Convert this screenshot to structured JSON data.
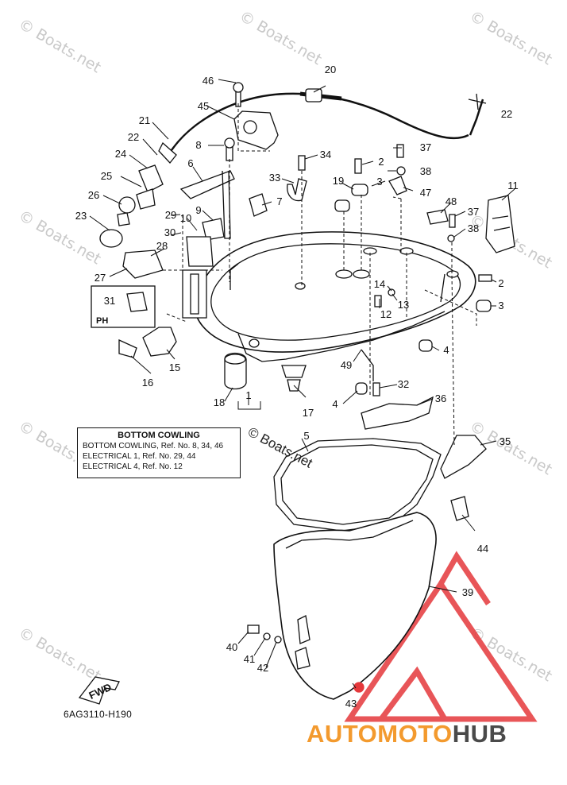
{
  "watermark_text": "© Boats.net",
  "part_numbers": [
    "1",
    "2",
    "3",
    "4",
    "5",
    "6",
    "7",
    "8",
    "9",
    "10",
    "11",
    "12",
    "13",
    "14",
    "15",
    "16",
    "17",
    "18",
    "19",
    "20",
    "21",
    "22",
    "23",
    "24",
    "25",
    "26",
    "27",
    "28",
    "29",
    "30",
    "31",
    "32",
    "33",
    "34",
    "35",
    "36",
    "37",
    "38",
    "39",
    "40",
    "41",
    "42",
    "43",
    "44",
    "45",
    "46",
    "47",
    "48",
    "49"
  ],
  "labels": {
    "n1": "1",
    "n2a": "2",
    "n2b": "2",
    "n3a": "3",
    "n3b": "3",
    "n4a": "4",
    "n4b": "4",
    "n5": "5",
    "n6": "6",
    "n7": "7",
    "n8": "8",
    "n9": "9",
    "n10": "10",
    "n11": "11",
    "n12": "12",
    "n13": "13",
    "n14": "14",
    "n15": "15",
    "n16": "16",
    "n17": "17",
    "n18": "18",
    "n19": "19",
    "n20": "20",
    "n21": "21",
    "n22a": "22",
    "n22b": "22",
    "n23": "23",
    "n24": "24",
    "n25": "25",
    "n26": "26",
    "n27": "27",
    "n28": "28",
    "n29": "29",
    "n30": "30",
    "n31": "31",
    "n32": "32",
    "n33": "33",
    "n34": "34",
    "n35": "35",
    "n36": "36",
    "n37a": "37",
    "n37b": "37",
    "n38a": "38",
    "n38b": "38",
    "n39": "39",
    "n40": "40",
    "n41": "41",
    "n42": "42",
    "n43": "43",
    "n44": "44",
    "n45": "45",
    "n46": "46",
    "n47": "47",
    "n48": "48",
    "n49": "49"
  },
  "note_box": {
    "title": "BOTTOM COWLING",
    "line1": "BOTTOM COWLING,  Ref. No. 8, 34, 46",
    "line2": "ELECTRICAL 1,  Ref. No. 29, 44",
    "line3": "ELECTRICAL 4,  Ref. No. 12"
  },
  "ph_label": "PH",
  "fwd_label": "FWD",
  "diagram_code": "6AG3110-H190",
  "inline_watermark": "© Boats.net",
  "brand": {
    "part1": "AUTO",
    "part2": "MOTO",
    "part3": "HUB"
  },
  "colors": {
    "line": "#111111",
    "brand_orange": "#f39a2e",
    "brand_gray": "#4a4a4a",
    "logo_red": "#e5383b",
    "watermark": "#c9c9c9"
  }
}
